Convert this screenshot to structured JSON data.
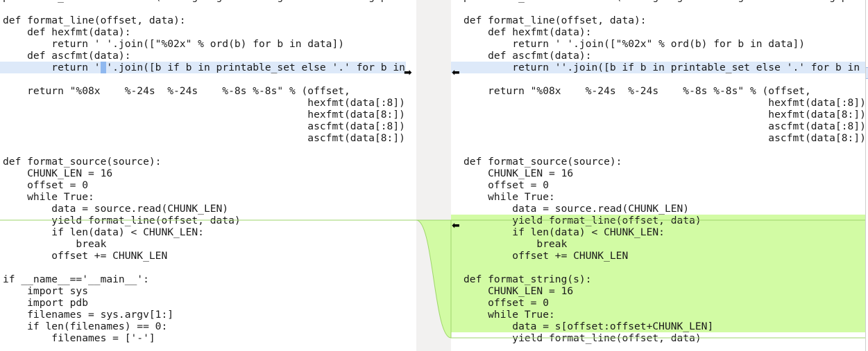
{
  "left_pane": {
    "lines": [
      "printable_set = frozenset(string.digits+string.letters+string.punctuation+' ')",
      "",
      "def format_line(offset, data):",
      "    def hexfmt(data):",
      "        return ' '.join([\"%02x\" % ord(b) for b in data])",
      "    def ascfmt(data):",
      "        return ' '.join([b if b in printable_set else '.' for b in data])",
      "",
      "    return \"%08x    %-24s  %-24s    %-8s %-8s\" % (offset,",
      "                                                  hexfmt(data[:8]),",
      "                                                  hexfmt(data[8:]),",
      "                                                  ascfmt(data[:8]),",
      "                                                  ascfmt(data[8:]))",
      "",
      "def format_source(source):",
      "    CHUNK_LEN = 16",
      "    offset = 0",
      "    while True:",
      "        data = source.read(CHUNK_LEN)",
      "        yield format_line(offset, data)",
      "        if len(data) < CHUNK_LEN:",
      "            break",
      "        offset += CHUNK_LEN",
      "",
      "if __name__=='__main__':",
      "    import sys",
      "    import pdb",
      "    filenames = sys.argv[1:]",
      "    if len(filenames) == 0:",
      "        filenames = ['-']"
    ],
    "changed_line": 6
  },
  "right_pane": {
    "lines": [
      "printable_set = frozenset(string.digits+string.letters+string.punctuation+' ')",
      "",
      "def format_line(offset, data):",
      "    def hexfmt(data):",
      "        return ' '.join([\"%02x\" % ord(b) for b in data])",
      "    def ascfmt(data):",
      "        return ''.join([b if b in printable_set else '.' for b in data])",
      "",
      "    return \"%08x    %-24s  %-24s    %-8s %-8s\" % (offset,",
      "                                                  hexfmt(data[:8]),",
      "                                                  hexfmt(data[8:]),",
      "                                                  ascfmt(data[:8]),",
      "                                                  ascfmt(data[8:]))",
      "",
      "def format_source(source):",
      "    CHUNK_LEN = 16",
      "    offset = 0",
      "    while True:",
      "        data = source.read(CHUNK_LEN)",
      "        yield format_line(offset, data)",
      "        if len(data) < CHUNK_LEN:",
      "            break",
      "        offset += CHUNK_LEN",
      "",
      "def format_string(s):",
      "    CHUNK_LEN = 16",
      "    offset = 0",
      "    while True:",
      "        data = s[offset:offset+CHUNK_LEN]",
      "        yield format_line(offset, data)"
    ],
    "changed_line": 6,
    "inserted_from": 19,
    "inserted_to": 28
  },
  "colors": {
    "changed": "#dde9f9",
    "inserted": "#d2fba4",
    "inserted_border": "#9ed66a"
  },
  "icons": [
    "arrow-right-icon",
    "arrow-left-icon"
  ]
}
